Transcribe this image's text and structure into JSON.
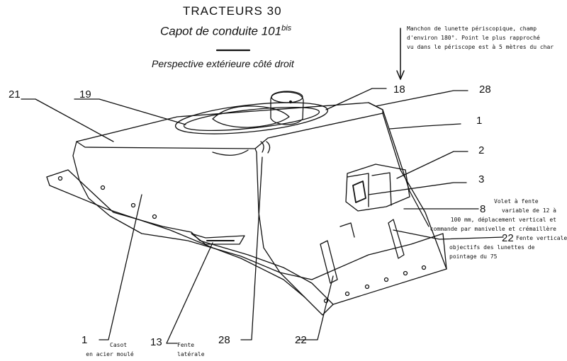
{
  "header": {
    "title": "TRACTEURS 30",
    "subtitle": "Capot de conduite 101",
    "subtitle_sup": "bis",
    "view": "Perspective extérieure côté droit"
  },
  "callouts": {
    "n21": "21",
    "n19": "19",
    "n18": "18",
    "n28_top": "28",
    "n1_right": "1",
    "n2": "2",
    "n3": "3",
    "n8": "8",
    "n22_right": "22",
    "n1_bottom": "1",
    "n13": "13",
    "n28_bottom": "28",
    "n22_bottom": "22"
  },
  "notes": {
    "manchon": [
      "Manchon de lunette périscopique, champ",
      "d'environ 180°. Point le plus rapproché",
      "vu dans le périscope est à 5 mètres du char"
    ],
    "volet_head": "Volet à fente",
    "volet": [
      "variable de 12 à",
      "100 mm, déplacement vertical et",
      "commande par manivelle et crémaillère"
    ],
    "fente_head": "Fente verticale des",
    "fente": [
      "objectifs des lunettes de",
      "pointage du 75"
    ],
    "casot": [
      "Casot",
      "en acier moulé"
    ],
    "fente_lat": [
      "Fente",
      "latérale"
    ]
  }
}
